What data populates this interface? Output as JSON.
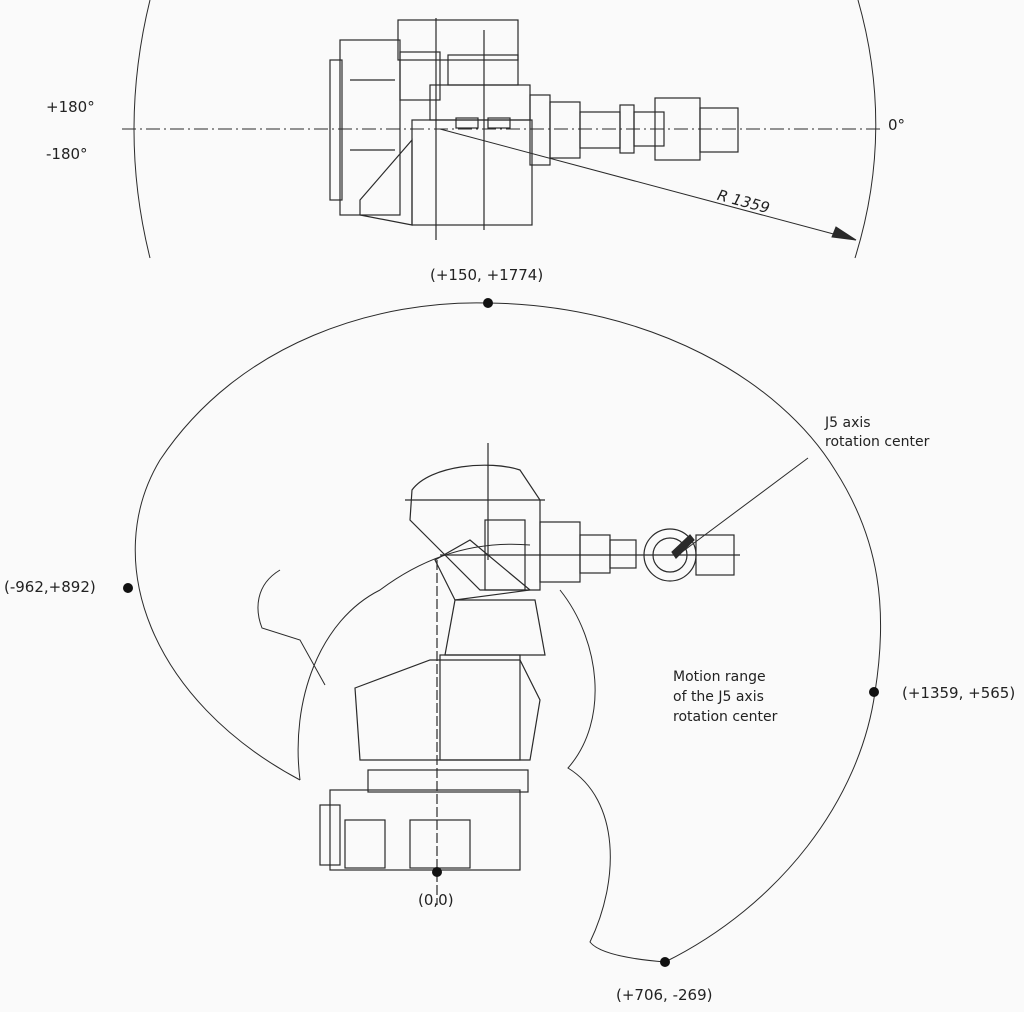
{
  "top_view": {
    "angle_pos": "+180°",
    "angle_neg": "-180°",
    "angle_zero": "0°",
    "radius_label": "R 1359"
  },
  "side_view": {
    "points": [
      {
        "id": "top",
        "label": "(+150, +1774)"
      },
      {
        "id": "left",
        "label": "(-962,+892)"
      },
      {
        "id": "right",
        "label": "(+1359, +565)"
      },
      {
        "id": "origin",
        "label": "(0,0)"
      },
      {
        "id": "bottom",
        "label": "(+706, -269)"
      }
    ],
    "j5_label_line1": "J5 axis",
    "j5_label_line2": "rotation center",
    "range_label_line1": "Motion range",
    "range_label_line2": "of the J5 axis",
    "range_label_line3": "rotation center"
  },
  "colors": {
    "line": "#2a2a2a",
    "background": "#fafafa"
  }
}
